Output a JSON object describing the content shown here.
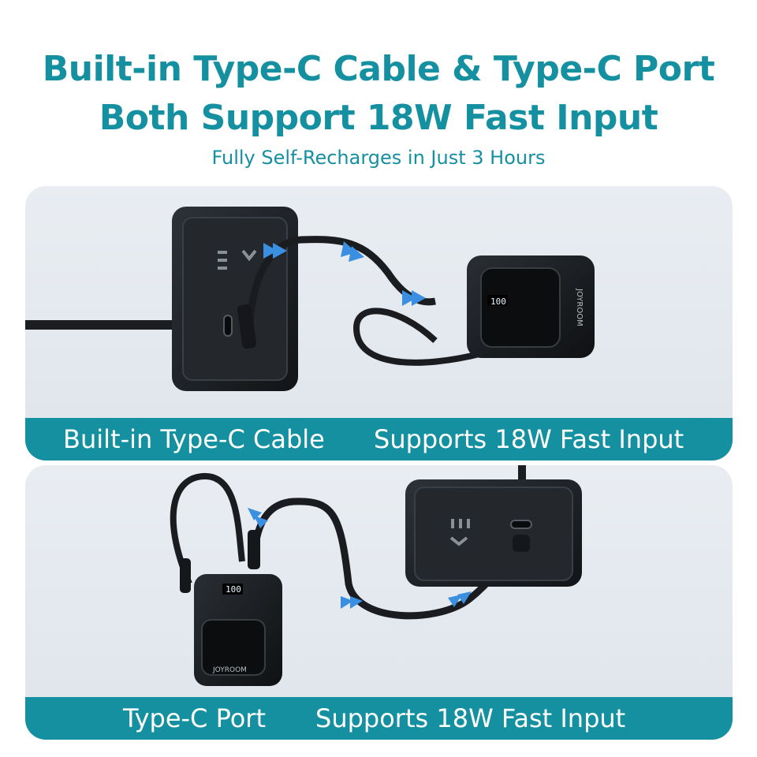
{
  "headline": {
    "line1": "Built-in Type-C Cable & Type-C Port",
    "line2": "Both Support 18W Fast Input",
    "subtitle": "Fully Self-Recharges in Just 3 Hours"
  },
  "panel_top": {
    "label_left": "Built-in Type-C Cable",
    "label_right": "Supports 18W Fast Input",
    "brand": "JOYROOM"
  },
  "panel_bottom": {
    "label_left": "Type-C Port",
    "label_right": "Supports 18W Fast Input",
    "brand": "JOYROOM"
  },
  "colors": {
    "accent": "#1590a0",
    "panel_bg": "#e4e9ef",
    "device": "#1c1f23",
    "arrow": "#3b8fe0"
  }
}
